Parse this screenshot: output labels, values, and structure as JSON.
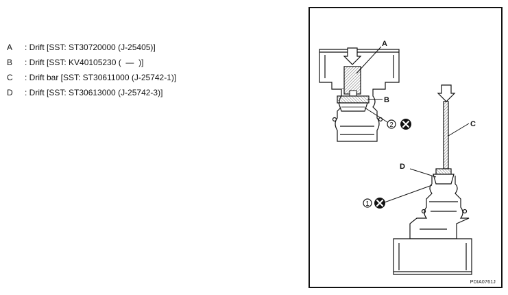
{
  "legend": [
    {
      "key": "A",
      "text": ": Drift [SST: ST30720000 (J-25405)]"
    },
    {
      "key": "B",
      "text": ": Drift [SST: KV40105230 (  —  )]"
    },
    {
      "key": "C",
      "text": ": Drift bar [SST: ST30611000 (J-25742-1)]"
    },
    {
      "key": "D",
      "text": ": Drift [SST: ST30613000 (J-25742-3)]"
    }
  ],
  "figure": {
    "callouts": {
      "a": "A",
      "b": "B",
      "c": "C",
      "d": "D"
    },
    "steps": {
      "step1": "1",
      "step2": "2"
    },
    "figure_id": "PDIA0761J",
    "colors": {
      "ink": "#111111",
      "hatch": "#777777",
      "background": "#ffffff"
    }
  }
}
